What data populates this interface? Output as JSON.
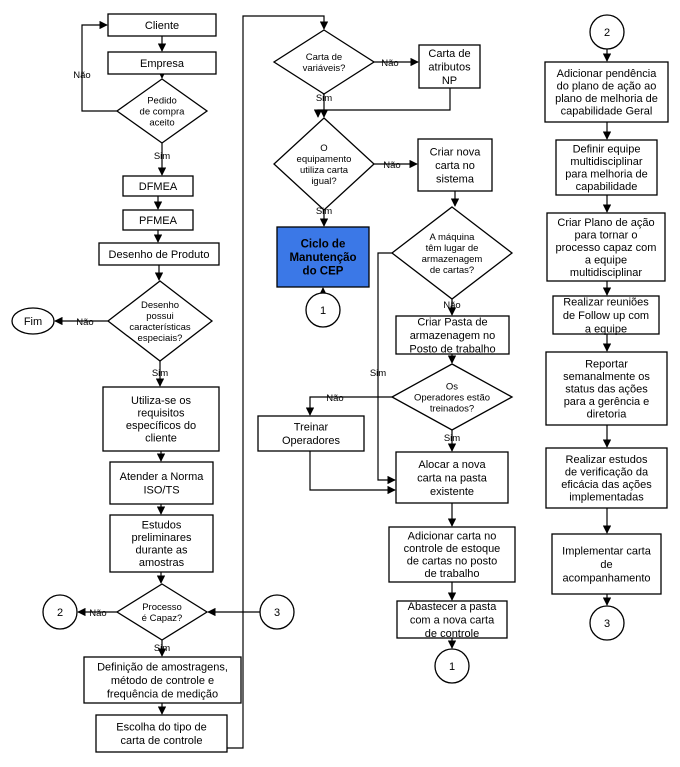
{
  "colors": {
    "stroke": "#000000",
    "box_fill": "#ffffff",
    "highlight_fill": "#3b78e7",
    "text": "#000000",
    "highlight_text": "#000000"
  },
  "nodes": {
    "cliente": {
      "type": "process",
      "lines": [
        "Cliente"
      ]
    },
    "empresa": {
      "type": "process",
      "lines": [
        "Empresa"
      ]
    },
    "pedido": {
      "type": "decision",
      "lines": [
        "Pedido",
        "de compra",
        "aceito"
      ]
    },
    "dfmea": {
      "type": "process",
      "lines": [
        "DFMEA"
      ]
    },
    "pfmea": {
      "type": "process",
      "lines": [
        "PFMEA"
      ]
    },
    "desenho": {
      "type": "process",
      "lines": [
        "Desenho de Produto"
      ]
    },
    "desenho_possui": {
      "type": "decision",
      "lines": [
        "Desenho",
        "possui",
        "características",
        "especiais?"
      ]
    },
    "fim": {
      "type": "terminal",
      "lines": [
        "Fim"
      ]
    },
    "utiliza": {
      "type": "process",
      "lines": [
        "Utiliza-se os",
        "requisitos",
        "específicos do",
        "cliente"
      ]
    },
    "atender": {
      "type": "process",
      "lines": [
        "Atender a Norma",
        "ISO/TS"
      ]
    },
    "estudos": {
      "type": "process",
      "lines": [
        "Estudos",
        "preliminares",
        "durante as",
        "amostras"
      ]
    },
    "processo_capaz": {
      "type": "decision",
      "lines": [
        "Processo",
        "é Capaz?"
      ]
    },
    "conn2_left": {
      "type": "connector",
      "lines": [
        "2"
      ]
    },
    "conn3_mid": {
      "type": "connector",
      "lines": [
        "3"
      ]
    },
    "definicao": {
      "type": "process",
      "lines": [
        "Definição de amostragens,",
        "método de controle e",
        "frequência de medição"
      ]
    },
    "escolha": {
      "type": "process",
      "lines": [
        "Escolha do tipo de",
        "carta de controle"
      ]
    },
    "carta_var": {
      "type": "decision",
      "lines": [
        "Carta de",
        "variáveis?"
      ]
    },
    "carta_atrib": {
      "type": "process",
      "lines": [
        "Carta de",
        "atributos",
        "NP"
      ]
    },
    "equip": {
      "type": "decision",
      "lines": [
        "O",
        "equipamento",
        "utiliza carta",
        "igual?"
      ]
    },
    "ciclo": {
      "type": "highlight",
      "lines": [
        "Ciclo de",
        "Manutenção",
        "do CEP"
      ]
    },
    "conn1_mid": {
      "type": "connector",
      "lines": [
        "1"
      ]
    },
    "criar_carta": {
      "type": "process",
      "lines": [
        "Criar nova",
        "carta no",
        "sistema"
      ]
    },
    "maquina": {
      "type": "decision",
      "lines": [
        "A máquina",
        "têm lugar de",
        "armazenagem",
        "de cartas?"
      ]
    },
    "criar_pasta": {
      "type": "process",
      "lines": [
        "Criar Pasta de",
        "armazenagem no",
        "Posto de trabalho"
      ]
    },
    "operadores": {
      "type": "decision",
      "lines": [
        "Os",
        "Operadores estão",
        "treinados?"
      ]
    },
    "treinar": {
      "type": "process",
      "lines": [
        "Treinar",
        "Operadores"
      ]
    },
    "alocar": {
      "type": "process",
      "lines": [
        "Alocar a nova",
        "carta na pasta",
        "existente"
      ]
    },
    "adicionar_carta": {
      "type": "process",
      "lines": [
        "Adicionar carta no",
        "controle de estoque",
        "de cartas no posto",
        "de trabalho"
      ]
    },
    "abastecer": {
      "type": "process",
      "lines": [
        "Abastecer a pasta",
        "com a nova carta",
        "de controle"
      ]
    },
    "conn1_bottom": {
      "type": "connector",
      "lines": [
        "1"
      ]
    },
    "conn2_top": {
      "type": "connector",
      "lines": [
        "2"
      ]
    },
    "adicionar_pend": {
      "type": "process",
      "lines": [
        "Adicionar pendência",
        "do plano de ação ao",
        "plano de melhoria de",
        "capabilidade Geral"
      ]
    },
    "definir_equipe": {
      "type": "process",
      "lines": [
        "Definir equipe",
        "multidisciplinar",
        "para melhoria de",
        "capabilidade"
      ]
    },
    "criar_plano": {
      "type": "process",
      "lines": [
        "Criar Plano de ação",
        "para tornar o",
        "processo capaz com",
        "a equipe",
        "multidisciplinar"
      ]
    },
    "reunioes": {
      "type": "process",
      "lines": [
        "Realizar reuniões",
        "de Follow up com",
        "a equipe"
      ]
    },
    "reportar": {
      "type": "process",
      "lines": [
        "Reportar",
        "semanalmente os",
        "status das ações",
        "para a gerência e",
        "diretoria"
      ]
    },
    "estudos_verif": {
      "type": "process",
      "lines": [
        "Realizar estudos",
        "de verificação da",
        "eficácia das ações",
        "implementadas"
      ]
    },
    "implementar": {
      "type": "process",
      "lines": [
        "Implementar carta",
        "de",
        "acompanhamento"
      ]
    },
    "conn3_bottom": {
      "type": "connector",
      "lines": [
        "3"
      ]
    }
  },
  "edge_labels": {
    "nao_pedido": "Não",
    "sim_pedido": "Sim",
    "nao_desenho": "Não",
    "sim_desenho": "Sim",
    "nao_processo": "Não",
    "sim_processo": "Sim",
    "nao_carta_var": "Não",
    "sim_carta_var": "Sim",
    "nao_equip": "Não",
    "sim_equip": "Sim",
    "nao_maquina": "Não",
    "sim_maquina": "Sim",
    "nao_operadores": "Não",
    "sim_operadores": "Sim"
  }
}
